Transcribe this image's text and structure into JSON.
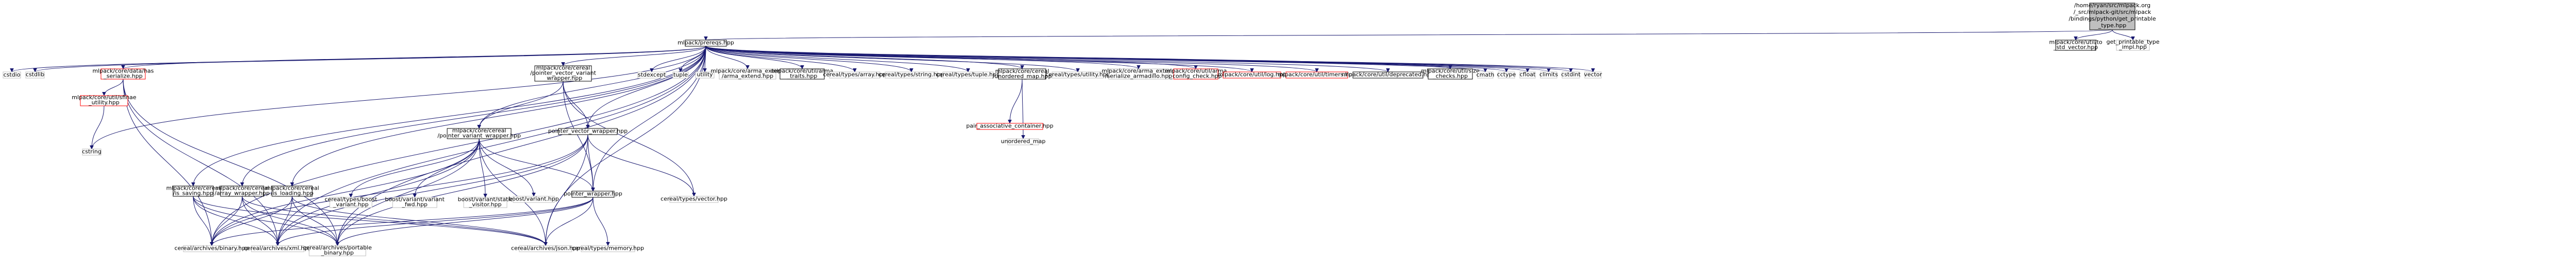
{
  "graph": {
    "nodes": [
      {
        "id": "root",
        "lines": [
          "/home/ryan/src/mlpack.org",
          "/_src/mlpack-git/src/mlpack",
          "/bindings/python/get_printable",
          "_type.hpp"
        ],
        "style": "root"
      },
      {
        "id": "mlpack",
        "lines": [
          "mlpack/prereqs.hpp"
        ],
        "style": "normal"
      },
      {
        "id": "tostd",
        "lines": [
          "mlpack/core/util/to",
          "_std_vector.hpp"
        ],
        "style": "normal"
      },
      {
        "id": "gpimpl",
        "lines": [
          "get_printable_type",
          "_impl.hpp"
        ],
        "style": "plain"
      },
      {
        "id": "cstdio",
        "lines": [
          "cstdio"
        ],
        "style": "plain"
      },
      {
        "id": "cstdlib",
        "lines": [
          "cstdlib"
        ],
        "style": "plain"
      },
      {
        "id": "hasser",
        "lines": [
          "mlpack/core/data/has",
          "_serialize.hpp"
        ],
        "style": "red"
      },
      {
        "id": "ptrvv",
        "lines": [
          "mlpack/core/cereal",
          "/pointer_vector_variant",
          "_wrapper.hpp"
        ],
        "style": "normal"
      },
      {
        "id": "stdexcept",
        "lines": [
          "stdexcept"
        ],
        "style": "plain"
      },
      {
        "id": "tuple",
        "lines": [
          "tuple"
        ],
        "style": "plain"
      },
      {
        "id": "utility",
        "lines": [
          "utility"
        ],
        "style": "plain"
      },
      {
        "id": "armaext",
        "lines": [
          "mlpack/core/arma_extend",
          "/arma_extend.hpp"
        ],
        "style": "plain"
      },
      {
        "id": "armatraits",
        "lines": [
          "mlpack/core/util/arma",
          "_traits.hpp"
        ],
        "style": "normal"
      },
      {
        "id": "carray",
        "lines": [
          "cereal/types/array.hpp"
        ],
        "style": "plain"
      },
      {
        "id": "cstring",
        "lines": [
          "cereal/types/string.hpp"
        ],
        "style": "plain"
      },
      {
        "id": "ctuple",
        "lines": [
          "cereal/types/tuple.hpp"
        ],
        "style": "plain"
      },
      {
        "id": "unordmap",
        "lines": [
          "mlpack/core/cereal",
          "/unordered_map.hpp"
        ],
        "style": "normal"
      },
      {
        "id": "cutility",
        "lines": [
          "cereal/types/utility.hpp"
        ],
        "style": "plain"
      },
      {
        "id": "armaext2",
        "lines": [
          "mlpack/core/arma_extend",
          "/serialize_armadillo.hpp"
        ],
        "style": "plain"
      },
      {
        "id": "armaconfig",
        "lines": [
          "mlpack/core/util/arma",
          "_config_check.hpp"
        ],
        "style": "red"
      },
      {
        "id": "log",
        "lines": [
          "mlpack/core/util/log.hpp"
        ],
        "style": "red"
      },
      {
        "id": "timers",
        "lines": [
          "mlpack/core/util/timers.hpp"
        ],
        "style": "red"
      },
      {
        "id": "deprecated",
        "lines": [
          "mlpack/core/util/deprecated.hpp"
        ],
        "style": "normal"
      },
      {
        "id": "sizechecks",
        "lines": [
          "mlpack/core/util/size",
          "_checks.hpp"
        ],
        "style": "normal"
      },
      {
        "id": "cmath",
        "lines": [
          "cmath"
        ],
        "style": "plain"
      },
      {
        "id": "cctype",
        "lines": [
          "cctype"
        ],
        "style": "plain"
      },
      {
        "id": "cfloat",
        "lines": [
          "cfloat"
        ],
        "style": "plain"
      },
      {
        "id": "climits",
        "lines": [
          "climits"
        ],
        "style": "plain"
      },
      {
        "id": "cstdint",
        "lines": [
          "cstdint"
        ],
        "style": "plain"
      },
      {
        "id": "vector",
        "lines": [
          "vector"
        ],
        "style": "plain"
      },
      {
        "id": "sfinae",
        "lines": [
          "mlpack/core/util/sfinae",
          "_utility.hpp"
        ],
        "style": "red"
      },
      {
        "id": "ptrvar",
        "lines": [
          "mlpack/core/cereal",
          "/pointer_variant_wrapper.hpp"
        ],
        "style": "normal"
      },
      {
        "id": "ptrvec",
        "lines": [
          "pointer_vector_wrapper.hpp"
        ],
        "style": "normal"
      },
      {
        "id": "assoc",
        "lines": [
          "pair_associative_container.hpp"
        ],
        "style": "red"
      },
      {
        "id": "unordered",
        "lines": [
          "unordered_map"
        ],
        "style": "plain"
      },
      {
        "id": "cstringstd",
        "lines": [
          "cstring"
        ],
        "style": "plain"
      },
      {
        "id": "issaving",
        "lines": [
          "mlpack/core/cereal",
          "/is_saving.hpp"
        ],
        "style": "normal"
      },
      {
        "id": "arraywrap",
        "lines": [
          "mlpack/core/cereal",
          "/array_wrapper.hpp"
        ],
        "style": "normal"
      },
      {
        "id": "isloading",
        "lines": [
          "mlpack/core/cereal",
          "/is_loading.hpp"
        ],
        "style": "normal"
      },
      {
        "id": "boostvar",
        "lines": [
          "cereal/types/boost",
          "_variant.hpp"
        ],
        "style": "plain"
      },
      {
        "id": "bvfwd",
        "lines": [
          "boost/variant/variant",
          "_fwd.hpp"
        ],
        "style": "plain"
      },
      {
        "id": "bvstatic",
        "lines": [
          "boost/variant/static",
          "_visitor.hpp"
        ],
        "style": "plain"
      },
      {
        "id": "bvariant",
        "lines": [
          "boost/variant.hpp"
        ],
        "style": "plain"
      },
      {
        "id": "cvector",
        "lines": [
          "cereal/types/vector.hpp"
        ],
        "style": "plain"
      },
      {
        "id": "ptrwrap",
        "lines": [
          "pointer_wrapper.hpp"
        ],
        "style": "normal"
      },
      {
        "id": "binary",
        "lines": [
          "cereal/archives/binary.hpp"
        ],
        "style": "plain"
      },
      {
        "id": "xml",
        "lines": [
          "cereal/archives/xml.hpp"
        ],
        "style": "plain"
      },
      {
        "id": "portable",
        "lines": [
          "cereal/archives/portable",
          "_binary.hpp"
        ],
        "style": "plain"
      },
      {
        "id": "json",
        "lines": [
          "cereal/archives/json.hpp"
        ],
        "style": "plain"
      },
      {
        "id": "memory",
        "lines": [
          "cereal/types/memory.hpp"
        ],
        "style": "plain"
      }
    ],
    "edges": [
      [
        "root",
        "mlpack"
      ],
      [
        "root",
        "tostd"
      ],
      [
        "root",
        "gpimpl"
      ],
      [
        "mlpack",
        "cstdio"
      ],
      [
        "mlpack",
        "cstdlib"
      ],
      [
        "mlpack",
        "hasser"
      ],
      [
        "mlpack",
        "ptrvv"
      ],
      [
        "mlpack",
        "stdexcept"
      ],
      [
        "mlpack",
        "tuple"
      ],
      [
        "mlpack",
        "utility"
      ],
      [
        "mlpack",
        "armaext"
      ],
      [
        "mlpack",
        "armatraits"
      ],
      [
        "mlpack",
        "carray"
      ],
      [
        "mlpack",
        "cstring"
      ],
      [
        "mlpack",
        "ctuple"
      ],
      [
        "mlpack",
        "unordmap"
      ],
      [
        "mlpack",
        "cutility"
      ],
      [
        "mlpack",
        "armaext2"
      ],
      [
        "mlpack",
        "armaconfig"
      ],
      [
        "mlpack",
        "log"
      ],
      [
        "mlpack",
        "timers"
      ],
      [
        "mlpack",
        "deprecated"
      ],
      [
        "mlpack",
        "sizechecks"
      ],
      [
        "mlpack",
        "cmath"
      ],
      [
        "mlpack",
        "cctype"
      ],
      [
        "mlpack",
        "cfloat"
      ],
      [
        "mlpack",
        "climits"
      ],
      [
        "mlpack",
        "cstdint"
      ],
      [
        "mlpack",
        "vector"
      ],
      [
        "mlpack",
        "cstringstd"
      ],
      [
        "mlpack",
        "issaving"
      ],
      [
        "mlpack",
        "arraywrap"
      ],
      [
        "mlpack",
        "isloading"
      ],
      [
        "mlpack",
        "ptrvar"
      ],
      [
        "mlpack",
        "ptrvec"
      ],
      [
        "mlpack",
        "ptrwrap"
      ],
      [
        "mlpack",
        "binary"
      ],
      [
        "mlpack",
        "xml"
      ],
      [
        "mlpack",
        "portable"
      ],
      [
        "mlpack",
        "json"
      ],
      [
        "hasser",
        "sfinae"
      ],
      [
        "hasser",
        "binary"
      ],
      [
        "hasser",
        "xml"
      ],
      [
        "hasser",
        "portable"
      ],
      [
        "sfinae",
        "cstringstd"
      ],
      [
        "ptrvv",
        "ptrvar"
      ],
      [
        "ptrvv",
        "ptrvec"
      ],
      [
        "ptrvv",
        "ptrwrap"
      ],
      [
        "ptrvv",
        "cvector"
      ],
      [
        "ptrvar",
        "boostvar"
      ],
      [
        "ptrvar",
        "bvfwd"
      ],
      [
        "ptrvar",
        "bvstatic"
      ],
      [
        "ptrvar",
        "bvariant"
      ],
      [
        "ptrvar",
        "ptrwrap"
      ],
      [
        "ptrvar",
        "binary"
      ],
      [
        "ptrvar",
        "xml"
      ],
      [
        "ptrvar",
        "portable"
      ],
      [
        "ptrvar",
        "json"
      ],
      [
        "ptrvec",
        "ptrwrap"
      ],
      [
        "ptrvec",
        "cvector"
      ],
      [
        "ptrvec",
        "binary"
      ],
      [
        "ptrvec",
        "xml"
      ],
      [
        "ptrvec",
        "portable"
      ],
      [
        "ptrvec",
        "json"
      ],
      [
        "ptrwrap",
        "binary"
      ],
      [
        "ptrwrap",
        "xml"
      ],
      [
        "ptrwrap",
        "portable"
      ],
      [
        "ptrwrap",
        "json"
      ],
      [
        "ptrwrap",
        "memory"
      ],
      [
        "unordmap",
        "assoc"
      ],
      [
        "unordmap",
        "unordered"
      ],
      [
        "issaving",
        "binary"
      ],
      [
        "issaving",
        "xml"
      ],
      [
        "issaving",
        "portable"
      ],
      [
        "issaving",
        "json"
      ],
      [
        "arraywrap",
        "binary"
      ],
      [
        "arraywrap",
        "xml"
      ],
      [
        "arraywrap",
        "portable"
      ],
      [
        "arraywrap",
        "json"
      ],
      [
        "isloading",
        "binary"
      ],
      [
        "isloading",
        "xml"
      ],
      [
        "isloading",
        "portable"
      ],
      [
        "isloading",
        "json"
      ]
    ]
  },
  "colors": {
    "edge": "#191970",
    "root_fill": "#bfbfbf",
    "normal_stroke": "#000000",
    "plain_stroke": "#bfbfbf",
    "red_stroke": "#ff0000"
  }
}
